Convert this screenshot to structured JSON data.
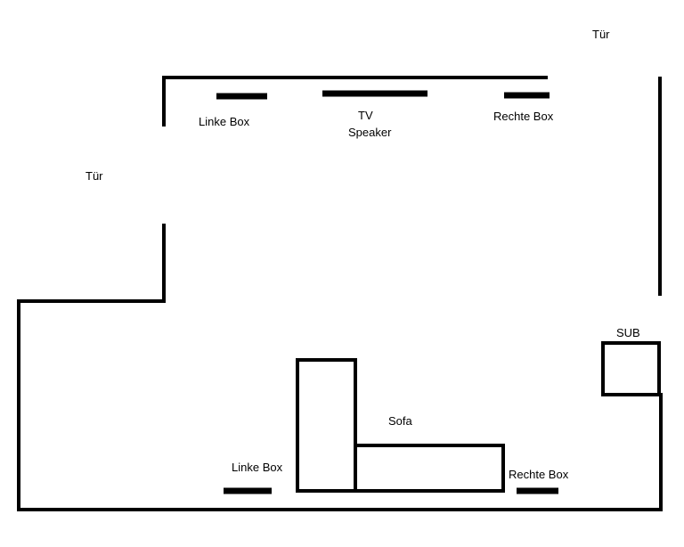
{
  "labels": {
    "door_top_right": "Tür",
    "door_left": "Tür",
    "front_left_speaker": "Linke Box",
    "tv": "TV",
    "tv_speaker": "Speaker",
    "front_right_speaker": "Rechte Box",
    "subwoofer": "SUB",
    "sofa": "Sofa",
    "rear_left_speaker": "Linke Box",
    "rear_right_speaker": "Rechte Box"
  },
  "colors": {
    "line": "#000000",
    "background": "#ffffff"
  }
}
